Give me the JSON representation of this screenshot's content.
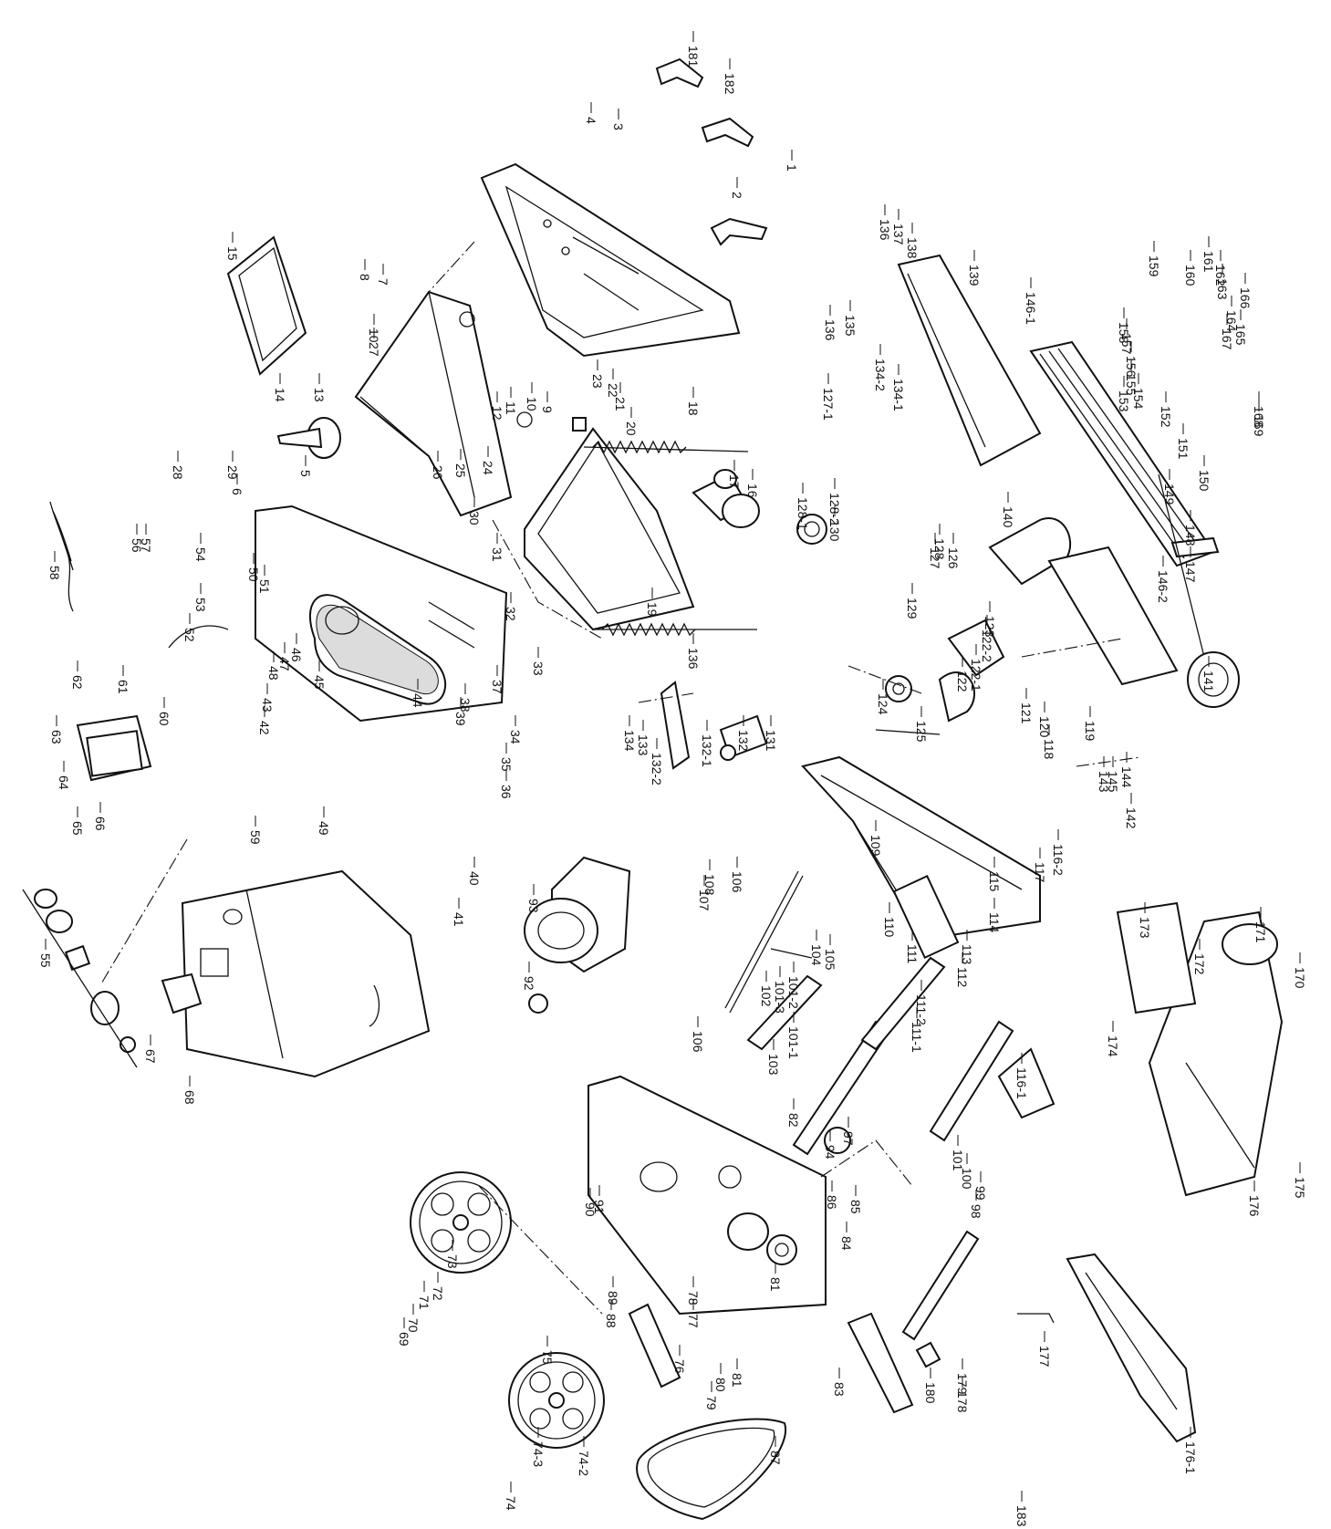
{
  "callouts": [
    {
      "t": "1"
    },
    {
      "t": "2"
    },
    {
      "t": "3"
    },
    {
      "t": "4"
    },
    {
      "t": "5"
    },
    {
      "t": "6"
    },
    {
      "t": "7"
    },
    {
      "t": "8"
    },
    {
      "t": "9"
    },
    {
      "t": "10"
    },
    {
      "t": "10"
    },
    {
      "t": "11"
    },
    {
      "t": "12"
    },
    {
      "t": "13"
    },
    {
      "t": "14"
    },
    {
      "t": "15"
    },
    {
      "t": "16"
    },
    {
      "t": "17"
    },
    {
      "t": "18"
    },
    {
      "t": "19"
    },
    {
      "t": "20"
    },
    {
      "t": "21"
    },
    {
      "t": "22"
    },
    {
      "t": "23"
    },
    {
      "t": "24"
    },
    {
      "t": "25"
    },
    {
      "t": "26"
    },
    {
      "t": "27"
    },
    {
      "t": "28"
    },
    {
      "t": "29"
    },
    {
      "t": "30"
    },
    {
      "t": "31"
    },
    {
      "t": "32"
    },
    {
      "t": "33"
    },
    {
      "t": "34"
    },
    {
      "t": "35"
    },
    {
      "t": "36"
    },
    {
      "t": "37"
    },
    {
      "t": "38"
    },
    {
      "t": "39"
    },
    {
      "t": "40"
    },
    {
      "t": "41"
    },
    {
      "t": "42"
    },
    {
      "t": "43"
    },
    {
      "t": "44"
    },
    {
      "t": "45"
    },
    {
      "t": "46"
    },
    {
      "t": "47"
    },
    {
      "t": "48"
    },
    {
      "t": "49"
    },
    {
      "t": "50"
    },
    {
      "t": "51"
    },
    {
      "t": "52"
    },
    {
      "t": "53"
    },
    {
      "t": "54"
    },
    {
      "t": "55"
    },
    {
      "t": "56"
    },
    {
      "t": "57"
    },
    {
      "t": "58"
    },
    {
      "t": "59"
    },
    {
      "t": "60"
    },
    {
      "t": "61"
    },
    {
      "t": "62"
    },
    {
      "t": "63"
    },
    {
      "t": "64"
    },
    {
      "t": "65"
    },
    {
      "t": "66"
    },
    {
      "t": "67"
    },
    {
      "t": "68"
    },
    {
      "t": "69"
    },
    {
      "t": "70"
    },
    {
      "t": "71"
    },
    {
      "t": "72"
    },
    {
      "t": "73"
    },
    {
      "t": "74"
    },
    {
      "t": "74-2"
    },
    {
      "t": "74-3"
    },
    {
      "t": "75"
    },
    {
      "t": "76"
    },
    {
      "t": "77"
    },
    {
      "t": "78"
    },
    {
      "t": "79"
    },
    {
      "t": "80"
    },
    {
      "t": "81"
    },
    {
      "t": "81"
    },
    {
      "t": "82"
    },
    {
      "t": "83"
    },
    {
      "t": "84"
    },
    {
      "t": "85"
    },
    {
      "t": "86"
    },
    {
      "t": "87"
    },
    {
      "t": "88"
    },
    {
      "t": "89"
    },
    {
      "t": "90"
    },
    {
      "t": "91"
    },
    {
      "t": "92"
    },
    {
      "t": "93"
    },
    {
      "t": "94"
    },
    {
      "t": "97"
    },
    {
      "t": "98"
    },
    {
      "t": "99"
    },
    {
      "t": "100"
    },
    {
      "t": "101"
    },
    {
      "t": "101-1"
    },
    {
      "t": "101-2"
    },
    {
      "t": "101-3"
    },
    {
      "t": "102"
    },
    {
      "t": "103"
    },
    {
      "t": "104"
    },
    {
      "t": "105"
    },
    {
      "t": "106"
    },
    {
      "t": "106"
    },
    {
      "t": "107"
    },
    {
      "t": "108"
    },
    {
      "t": "109"
    },
    {
      "t": "110"
    },
    {
      "t": "111"
    },
    {
      "t": "111-1"
    },
    {
      "t": "111-2"
    },
    {
      "t": "112"
    },
    {
      "t": "113"
    },
    {
      "t": "114"
    },
    {
      "t": "115"
    },
    {
      "t": "116-1"
    },
    {
      "t": "116-2"
    },
    {
      "t": "117"
    },
    {
      "t": "118"
    },
    {
      "t": "119"
    },
    {
      "t": "120"
    },
    {
      "t": "121"
    },
    {
      "t": "122"
    },
    {
      "t": "122-1"
    },
    {
      "t": "122-2"
    },
    {
      "t": "123"
    },
    {
      "t": "124"
    },
    {
      "t": "125"
    },
    {
      "t": "126"
    },
    {
      "t": "127"
    },
    {
      "t": "127-1"
    },
    {
      "t": "128"
    },
    {
      "t": "128-1"
    },
    {
      "t": "128-2"
    },
    {
      "t": "129"
    },
    {
      "t": "130"
    },
    {
      "t": "131"
    },
    {
      "t": "132"
    },
    {
      "t": "132-1"
    },
    {
      "t": "132-2"
    },
    {
      "t": "133"
    },
    {
      "t": "134"
    },
    {
      "t": "134-1"
    },
    {
      "t": "134-2"
    },
    {
      "t": "135"
    },
    {
      "t": "136"
    },
    {
      "t": "136"
    },
    {
      "t": "136"
    },
    {
      "t": "137"
    },
    {
      "t": "138"
    },
    {
      "t": "139"
    },
    {
      "t": "140"
    },
    {
      "t": "141"
    },
    {
      "t": "142"
    },
    {
      "t": "143"
    },
    {
      "t": "144"
    },
    {
      "t": "145"
    },
    {
      "t": "146-1"
    },
    {
      "t": "146-2"
    },
    {
      "t": "147"
    },
    {
      "t": "148"
    },
    {
      "t": "149"
    },
    {
      "t": "150"
    },
    {
      "t": "151"
    },
    {
      "t": "152"
    },
    {
      "t": "153"
    },
    {
      "t": "154"
    },
    {
      "t": "155"
    },
    {
      "t": "156"
    },
    {
      "t": "157"
    },
    {
      "t": "158"
    },
    {
      "t": "159"
    },
    {
      "t": "160"
    },
    {
      "t": "161"
    },
    {
      "t": "162"
    },
    {
      "t": "163"
    },
    {
      "t": "164"
    },
    {
      "t": "165"
    },
    {
      "t": "166"
    },
    {
      "t": "167"
    },
    {
      "t": "168"
    },
    {
      "t": "169"
    },
    {
      "t": "170"
    },
    {
      "t": "171"
    },
    {
      "t": "172"
    },
    {
      "t": "173"
    },
    {
      "t": "174"
    },
    {
      "t": "175"
    },
    {
      "t": "176"
    },
    {
      "t": "176-1"
    },
    {
      "t": "177"
    },
    {
      "t": "178"
    },
    {
      "t": "179"
    },
    {
      "t": "180"
    },
    {
      "t": "181"
    },
    {
      "t": "182"
    },
    {
      "t": "183"
    }
  ]
}
